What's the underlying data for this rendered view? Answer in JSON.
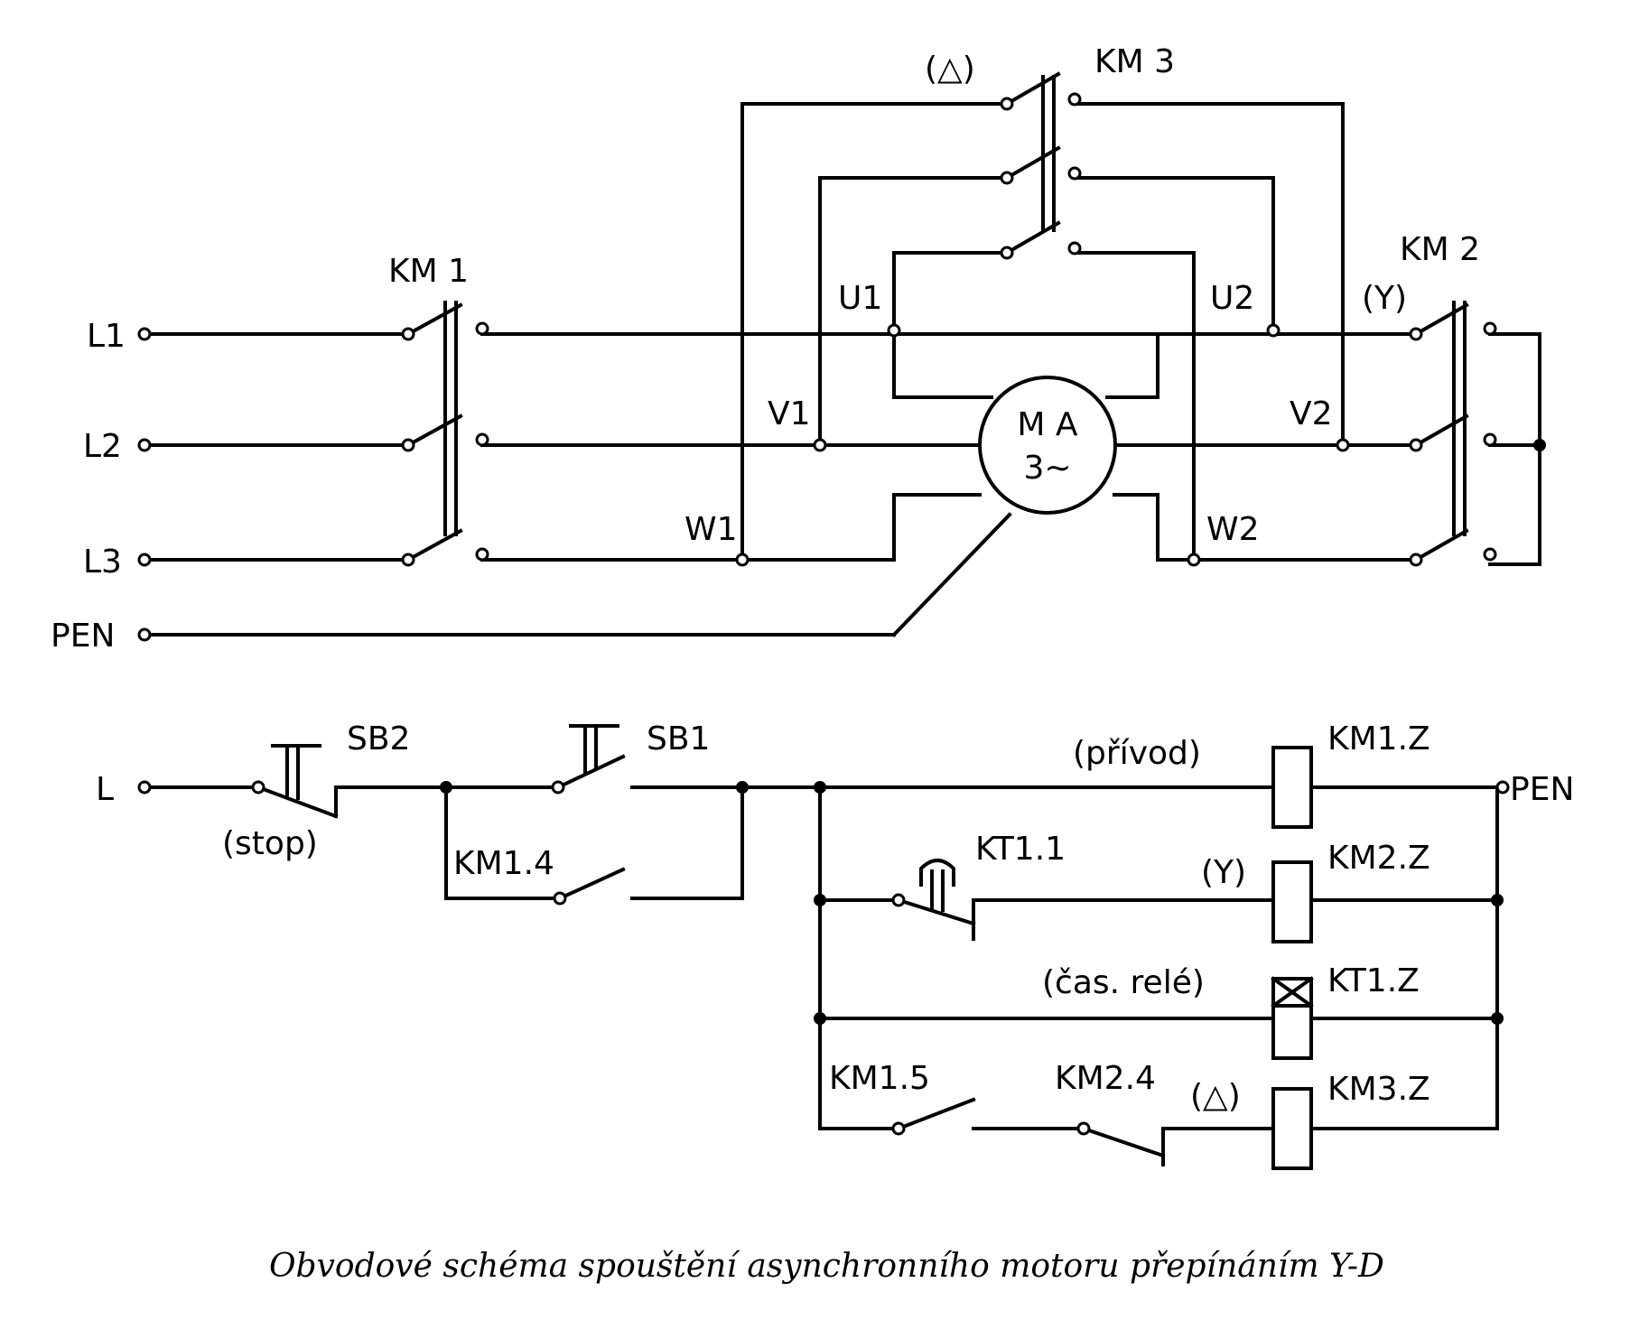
{
  "labels": {
    "km1": "KM 1",
    "km2": "KM 2",
    "km3": "KM 3",
    "delta_top": "(△)",
    "y_top": "(Y)",
    "l1": "L1",
    "l2": "L2",
    "l3": "L3",
    "pen_top": "PEN",
    "u1": "U1",
    "v1": "V1",
    "w1": "W1",
    "u2": "U2",
    "v2": "V2",
    "w2": "W2",
    "motor_line1": "M A",
    "motor_line2": "3∼",
    "l_ctrl": "L",
    "sb2": "SB2",
    "stop": "(stop)",
    "sb1": "SB1",
    "km1_4": "KM1.4",
    "privod": "(přívod)",
    "km1_z": "KM1.Z",
    "pen_ctrl": "PEN",
    "kt1_1": "KT1.1",
    "y_ctrl": "(Y)",
    "km2_z": "KM2.Z",
    "cas_rele": "(čas. relé)",
    "kt1_z": "KT1.Z",
    "km1_5": "KM1.5",
    "km2_4": "KM2.4",
    "delta_ctrl": "(△)",
    "km3_z": "KM3.Z"
  },
  "caption": "Obvodové schéma spouštění asynchronního motoru přepínáním Y-D"
}
